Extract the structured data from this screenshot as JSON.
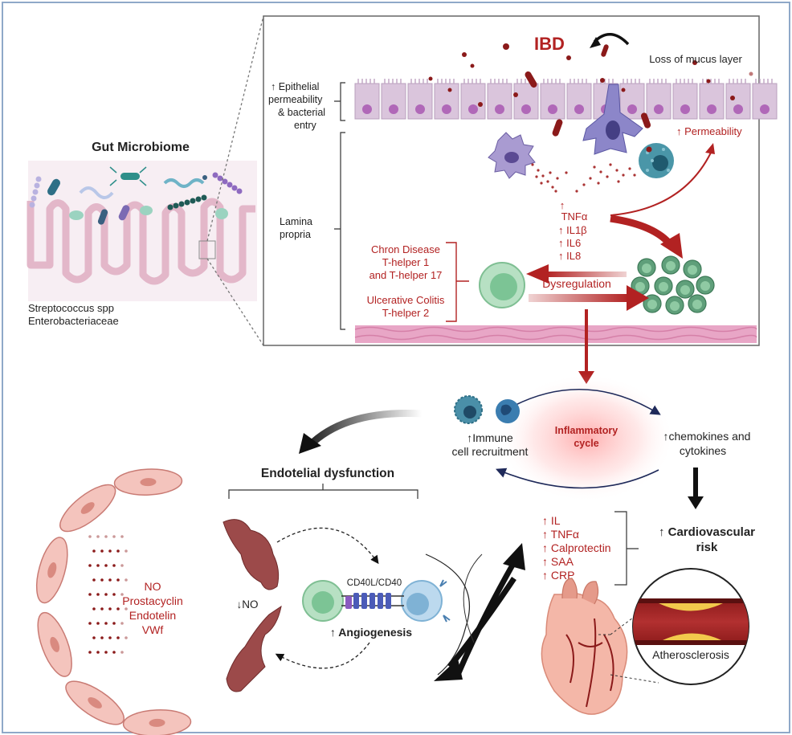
{
  "gut": {
    "title": "Gut Microbiome",
    "bacteria": [
      "Streptococcus spp",
      "Enterobacteriaceae"
    ]
  },
  "ibd": {
    "title": "IBD",
    "mucus_loss": "Loss of mucus layer",
    "epithelial": [
      "↑ Epithelial",
      "permeability",
      "& bacterial",
      "entry"
    ],
    "lamina": [
      "Lamina",
      "propria"
    ],
    "permeability": "↑ Permeability",
    "cytokines": [
      "↑",
      "TNFα",
      "↑ IL1β",
      "↑ IL6",
      "↑ IL8"
    ],
    "chron": [
      "Chron Disease",
      "T-helper 1",
      "and  T-helper 17"
    ],
    "uc": [
      "Ulcerative Colitis",
      "T-helper 2"
    ],
    "dysregulation": "Dysregulation"
  },
  "cycle": {
    "label": [
      "Inflammatory",
      "cycle"
    ],
    "immune": [
      "↑Immune",
      "cell recruitment"
    ],
    "chemokines": [
      "↑chemokines and",
      "cytokines"
    ]
  },
  "endo": {
    "title": "Endotelial dysfunction",
    "vessel_labels": [
      "NO",
      "Prostacyclin",
      "Endotelin",
      "VWf"
    ],
    "no_down": "↓NO",
    "cd40": "CD40L/CD40",
    "angiogenesis": "↑ Angiogenesis"
  },
  "cardio": {
    "markers": [
      "↑  IL",
      "↑  TNFα",
      "↑  Calprotectin",
      "↑  SAA",
      "↑  CRP"
    ],
    "risk": [
      "↑ Cardiovascular",
      "risk"
    ],
    "athero": "Atherosclerosis"
  },
  "colors": {
    "accent_red": "#b22222",
    "frame_blue": "#8fa8c8",
    "cell_purple": "#d9c4d9",
    "tissue_pink": "#e8a6c6",
    "teal": "#2e7d6b",
    "vessel_pink": "#f0b3ae",
    "plaque_brown": "#9c4a4a"
  }
}
